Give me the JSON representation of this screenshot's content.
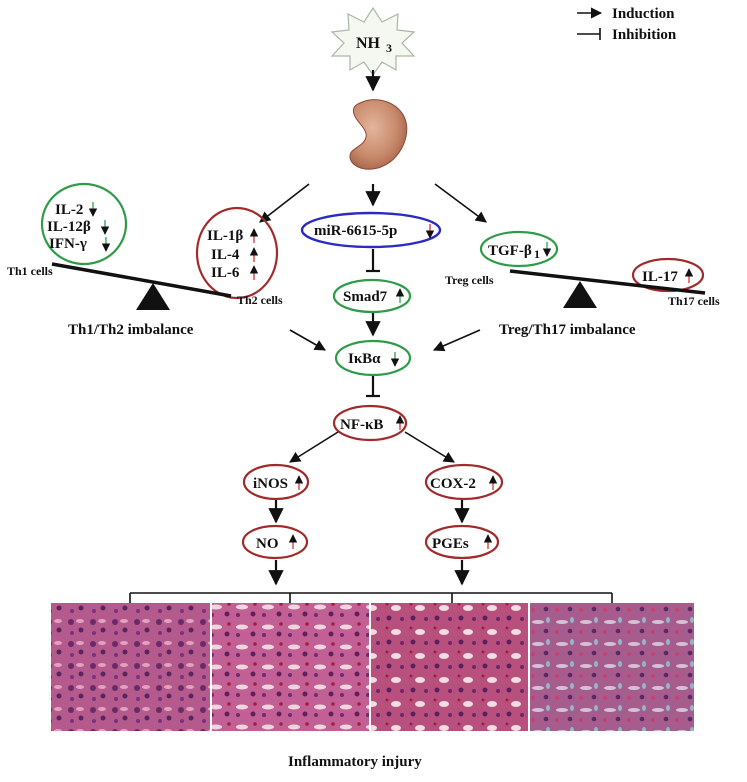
{
  "legend": {
    "induction": "Induction",
    "inhibition": "Inhibition"
  },
  "trigger": {
    "label": "NH",
    "sub": "3"
  },
  "th1_cytokines": [
    "IL-2",
    "IL-12β",
    "IFN-γ"
  ],
  "th2_cytokines": [
    "IL-1β",
    "IL-4",
    "IL-6"
  ],
  "mirna": "miR-6615-5p",
  "smad7": "Smad7",
  "tgf": {
    "label": "TGF-β",
    "sub": "1"
  },
  "il17": "IL-17",
  "th1_cells": "Th1 cells",
  "th2_cells": "Th2 cells",
  "treg_cells": "Treg cells",
  "th17_cells": "Th17 cells",
  "th1_th2_imbalance": "Th1/Th2 imbalance",
  "treg_th17_imbalance": "Treg/Th17 imbalance",
  "ikba": "IκBα",
  "nfkb": "NF-κB",
  "inos": "iNOS",
  "cox2": "COX-2",
  "no": "NO",
  "pges": "PGEs",
  "footer": "Inflammatory injury",
  "colors": {
    "green": "#2e9b48",
    "red": "#a12a2a",
    "blue": "#2b2bc0",
    "up": "#d22222",
    "down": "#1f9a3e"
  }
}
